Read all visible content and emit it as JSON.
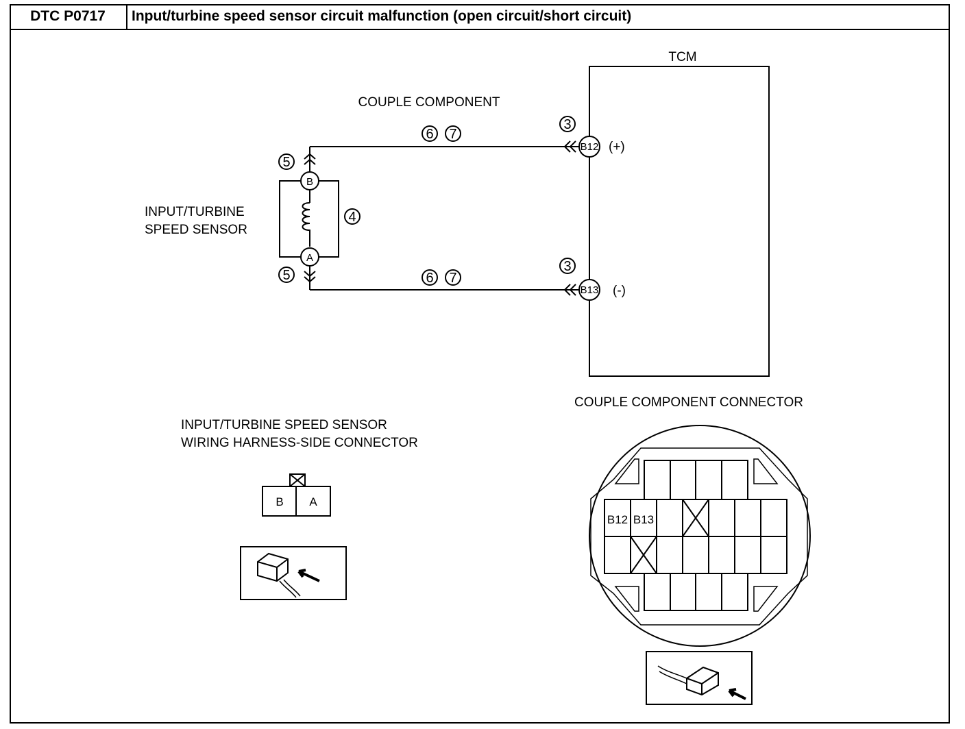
{
  "header": {
    "code": "DTC P0717",
    "title": "Input/turbine speed sensor circuit malfunction (open circuit/short circuit)"
  },
  "diagram": {
    "tcm_label": "TCM",
    "couple_component_label": "COUPLE COMPONENT",
    "sensor_label_line1": "INPUT/TURBINE",
    "sensor_label_line2": "SPEED SENSOR",
    "terminal_b": "B",
    "terminal_a": "A",
    "pin_b12": "B12",
    "pin_b13": "B13",
    "polarity_plus": "(+)",
    "polarity_minus": "(-)",
    "step_3": "3",
    "step_4": "4",
    "step_5": "5",
    "step_6": "6",
    "step_7": "7"
  },
  "sensor_connector": {
    "label_line1": "INPUT/TURBINE SPEED SENSOR",
    "label_line2": "WIRING HARNESS-SIDE CONNECTOR",
    "terminals": [
      "B",
      "A"
    ]
  },
  "couple_connector": {
    "label": "COUPLE COMPONENT CONNECTOR",
    "terminals": [
      "B12",
      "B13"
    ]
  }
}
